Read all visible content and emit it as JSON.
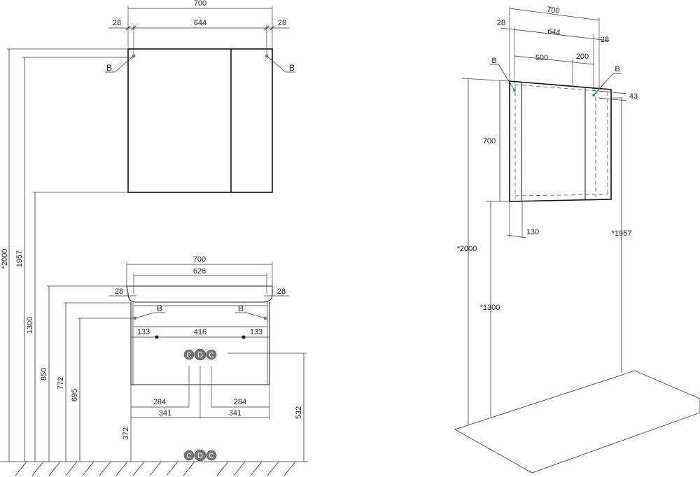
{
  "front_view": {
    "cabinet": {
      "width": "700",
      "inner_width": "644",
      "left_offset": "28",
      "right_offset": "28",
      "mount_left": "B",
      "mount_right": "B"
    },
    "heights": {
      "total": "*2000",
      "top": "1957",
      "bottom": "1300",
      "vanity_top": "850",
      "vanity_inner": "772",
      "vanity_mount": "695",
      "drain": "532",
      "vanity_bottom": "372"
    },
    "vanity": {
      "width": "700",
      "inner_width": "626",
      "left_offset": "28",
      "right_offset": "28",
      "mount_left": "B",
      "mount_right": "B",
      "hole_left": "133",
      "hole_span": "416",
      "hole_right": "133",
      "pipe_left": "284",
      "pipe_right": "284",
      "half_left": "341",
      "half_right": "341"
    },
    "connections_top": [
      "C",
      "D",
      "C"
    ],
    "connections_bottom": [
      "C",
      "D",
      "C"
    ]
  },
  "iso_view": {
    "width": "700",
    "inner_width": "644",
    "left_offset": "28",
    "right_offset": "28",
    "part_a": "500",
    "part_b": "200",
    "mount_left": "B",
    "mount_right": "B",
    "depth_top": "43",
    "height": "700",
    "depth": "130",
    "total": "*2000",
    "bottom": "*1300",
    "top": "*1957"
  }
}
